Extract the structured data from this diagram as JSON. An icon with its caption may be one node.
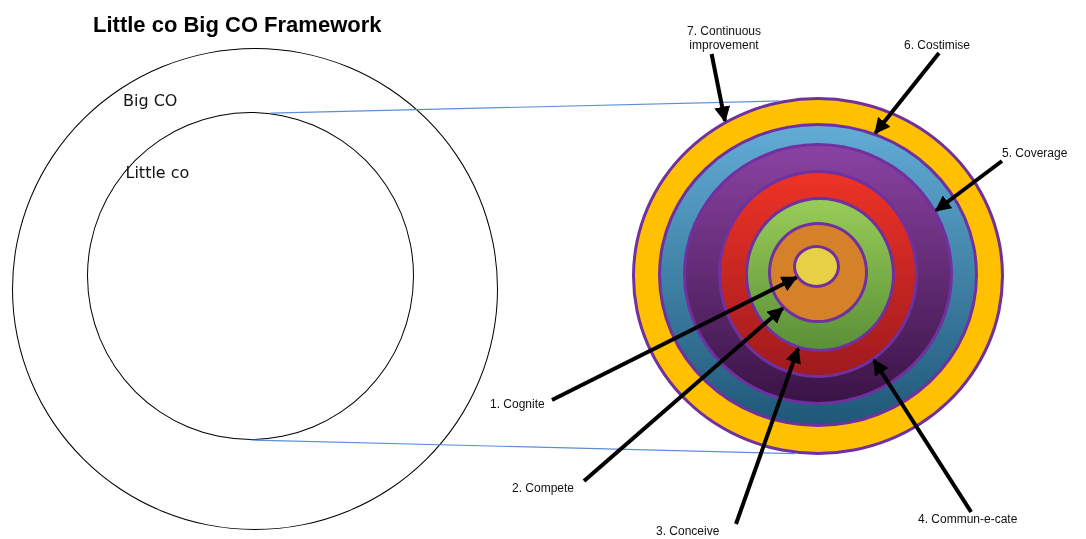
{
  "diagram": {
    "title": "Little co Big CO Framework",
    "nodes": [
      {
        "text": [
          "Big CO"
        ]
      },
      {
        "text": [
          "Little co"
        ],
        "in": 0
      },
      {
        "text": [
          "7. Continuous improvement"
        ]
      },
      {
        "text": [
          "6. Costimise"
        ]
      },
      {
        "text": [
          "5. Coverage"
        ]
      },
      {
        "text": [],
        "shape": "circle"
      },
      {
        "text": [],
        "shape": "circle",
        "in": 5
      },
      {
        "text": [],
        "shape": "circle",
        "in": 6
      },
      {
        "text": [],
        "shape": "circle",
        "in": 7
      },
      {
        "text": [],
        "shape": "circle",
        "in": 8
      },
      {
        "text": [],
        "shape": "circle",
        "in": 9
      },
      {
        "text": [],
        "shape": "circle",
        "in": 10
      },
      {
        "text": [
          "1. Cognite"
        ]
      },
      {
        "text": [
          "2. Compete"
        ]
      },
      {
        "text": [
          "3. Conceive"
        ]
      },
      {
        "text": [
          "4. Commun-e-cate"
        ]
      }
    ],
    "edges": [
      {
        "from": 1,
        "to": 5,
        "arrow": "none",
        "color": "#5b8fd6"
      },
      {
        "from": 1,
        "to": 5,
        "arrow": "none",
        "color": "#5b8fd6"
      },
      {
        "from": 2,
        "to": 5,
        "arrow": "to"
      },
      {
        "from": 3,
        "to": 6,
        "arrow": "to"
      },
      {
        "from": 4,
        "to": 7,
        "arrow": "to"
      },
      {
        "from": 12,
        "to": 11,
        "arrow": "to"
      },
      {
        "from": 13,
        "to": 10,
        "arrow": "to"
      },
      {
        "from": 14,
        "to": 9,
        "arrow": "to"
      },
      {
        "from": 15,
        "to": 8,
        "arrow": "to"
      }
    ]
  }
}
